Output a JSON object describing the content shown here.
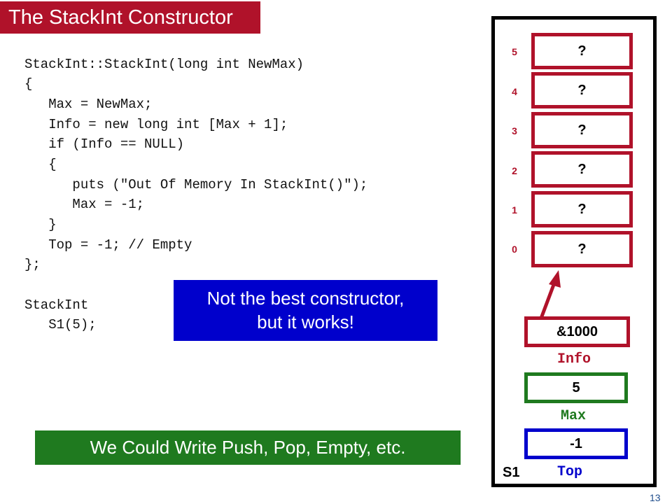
{
  "title": "The StackInt Constructor",
  "code_lines": [
    "StackInt::StackInt(long int NewMax)",
    "{",
    "   Max = NewMax;",
    "   Info = new long int [Max + 1];",
    "   if (Info == NULL)",
    "   {",
    "      puts (\"Out Of Memory In StackInt()\");",
    "      Max = -1;",
    "   }",
    "   Top = -1; // Empty",
    "};",
    "",
    "StackInt",
    "   S1(5);"
  ],
  "callout_blue": {
    "line1": "Not the best constructor,",
    "line2": "but it works!"
  },
  "callout_green": "We Could Write Push, Pop, Empty, etc.",
  "memory": {
    "cells": [
      {
        "index": "5",
        "value": "?"
      },
      {
        "index": "4",
        "value": "?"
      },
      {
        "index": "3",
        "value": "?"
      },
      {
        "index": "2",
        "value": "?"
      },
      {
        "index": "1",
        "value": "?"
      },
      {
        "index": "0",
        "value": "?"
      }
    ],
    "info": {
      "value": "&1000",
      "label": "Info",
      "color": "#b0122a"
    },
    "max": {
      "value": "5",
      "label": "Max",
      "color": "#1f7a1f"
    },
    "top": {
      "value": "-1",
      "label": "Top",
      "color": "#0000cc"
    },
    "object_name": "S1"
  },
  "colors": {
    "accent": "#b0122a",
    "blue": "#0000cc",
    "green": "#1f7a1f"
  },
  "page_number": "13"
}
